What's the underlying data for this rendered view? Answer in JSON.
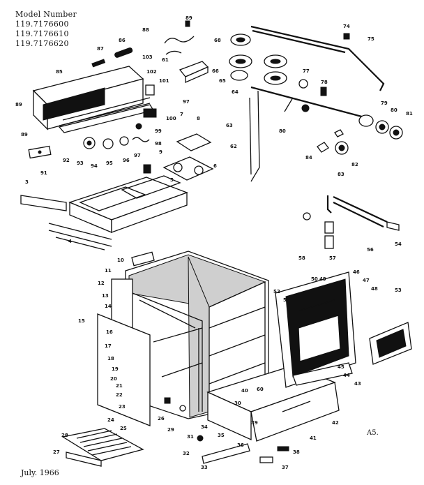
{
  "header": {
    "title": "Model Number",
    "models": [
      "119.7176600",
      "119.7176610",
      "119.7176620"
    ]
  },
  "footer": {
    "date": "July. 1966",
    "ref": "A5."
  },
  "part_labels": [
    {
      "id": "p89a",
      "text": "89"
    },
    {
      "id": "p88",
      "text": "88"
    },
    {
      "id": "p87",
      "text": "87"
    },
    {
      "id": "p86",
      "text": "86"
    },
    {
      "id": "p85",
      "text": "85"
    },
    {
      "id": "p89b",
      "text": "89"
    },
    {
      "id": "p103",
      "text": "103"
    },
    {
      "id": "p102",
      "text": "102"
    },
    {
      "id": "p101",
      "text": "101"
    },
    {
      "id": "p89c",
      "text": "89"
    },
    {
      "id": "p97",
      "text": "97"
    },
    {
      "id": "p100",
      "text": "100"
    },
    {
      "id": "p99",
      "text": "99"
    },
    {
      "id": "p98",
      "text": "98"
    },
    {
      "id": "p97b",
      "text": "97"
    },
    {
      "id": "p92",
      "text": "92"
    },
    {
      "id": "p93",
      "text": "93"
    },
    {
      "id": "p94",
      "text": "94"
    },
    {
      "id": "p95",
      "text": "95"
    },
    {
      "id": "p96",
      "text": "96"
    },
    {
      "id": "p91",
      "text": "91"
    },
    {
      "id": "p7",
      "text": "7"
    },
    {
      "id": "p8",
      "text": "8"
    },
    {
      "id": "p6",
      "text": "6"
    },
    {
      "id": "p9",
      "text": "9"
    },
    {
      "id": "p5",
      "text": "5"
    },
    {
      "id": "p3",
      "text": "3"
    },
    {
      "id": "p4",
      "text": "4"
    },
    {
      "id": "p68",
      "text": "68"
    },
    {
      "id": "p66",
      "text": "66"
    },
    {
      "id": "p65",
      "text": "65"
    },
    {
      "id": "p64",
      "text": "64"
    },
    {
      "id": "p74",
      "text": "74"
    },
    {
      "id": "p75",
      "text": "75"
    },
    {
      "id": "p77",
      "text": "77"
    },
    {
      "id": "p78",
      "text": "78"
    },
    {
      "id": "p63",
      "text": "63"
    },
    {
      "id": "p62",
      "text": "62"
    },
    {
      "id": "p80",
      "text": "80"
    },
    {
      "id": "p79",
      "text": "79"
    },
    {
      "id": "p80b",
      "text": "80"
    },
    {
      "id": "p81",
      "text": "81"
    },
    {
      "id": "p84",
      "text": "84"
    },
    {
      "id": "p82",
      "text": "82"
    },
    {
      "id": "p83",
      "text": "83"
    },
    {
      "id": "p58",
      "text": "58"
    },
    {
      "id": "p57",
      "text": "57"
    },
    {
      "id": "p56",
      "text": "56"
    },
    {
      "id": "p54",
      "text": "54"
    },
    {
      "id": "p10",
      "text": "10"
    },
    {
      "id": "p11",
      "text": "11"
    },
    {
      "id": "p12",
      "text": "12"
    },
    {
      "id": "p13",
      "text": "13"
    },
    {
      "id": "p14",
      "text": "14"
    },
    {
      "id": "p15",
      "text": "15"
    },
    {
      "id": "p16",
      "text": "16"
    },
    {
      "id": "p17",
      "text": "17"
    },
    {
      "id": "p18",
      "text": "18"
    },
    {
      "id": "p19",
      "text": "19"
    },
    {
      "id": "p20",
      "text": "20"
    },
    {
      "id": "p21",
      "text": "21"
    },
    {
      "id": "p22",
      "text": "22"
    },
    {
      "id": "p23",
      "text": "23"
    },
    {
      "id": "p24",
      "text": "24"
    },
    {
      "id": "p25",
      "text": "25"
    },
    {
      "id": "p26",
      "text": "26"
    },
    {
      "id": "p27",
      "text": "27"
    },
    {
      "id": "p28",
      "text": "28"
    },
    {
      "id": "p29",
      "text": "29"
    },
    {
      "id": "p30",
      "text": "30"
    },
    {
      "id": "p31",
      "text": "31"
    },
    {
      "id": "p32",
      "text": "32"
    },
    {
      "id": "p33",
      "text": "33"
    },
    {
      "id": "p34",
      "text": "34"
    },
    {
      "id": "p35",
      "text": "35"
    },
    {
      "id": "p36",
      "text": "36"
    },
    {
      "id": "p37",
      "text": "37"
    },
    {
      "id": "p38",
      "text": "38"
    },
    {
      "id": "p39",
      "text": "39"
    },
    {
      "id": "p40",
      "text": "40"
    },
    {
      "id": "p41",
      "text": "41"
    },
    {
      "id": "p42",
      "text": "42"
    },
    {
      "id": "p43",
      "text": "43"
    },
    {
      "id": "p44",
      "text": "44"
    },
    {
      "id": "p45",
      "text": "45"
    },
    {
      "id": "p46",
      "text": "46"
    },
    {
      "id": "p47",
      "text": "47"
    },
    {
      "id": "p48",
      "text": "48"
    },
    {
      "id": "p49",
      "text": "49"
    },
    {
      "id": "p50",
      "text": "50"
    },
    {
      "id": "p51",
      "text": "51"
    },
    {
      "id": "p52",
      "text": "52"
    },
    {
      "id": "p53",
      "text": "53"
    },
    {
      "id": "p60",
      "text": "60"
    },
    {
      "id": "p61",
      "text": "61"
    }
  ]
}
